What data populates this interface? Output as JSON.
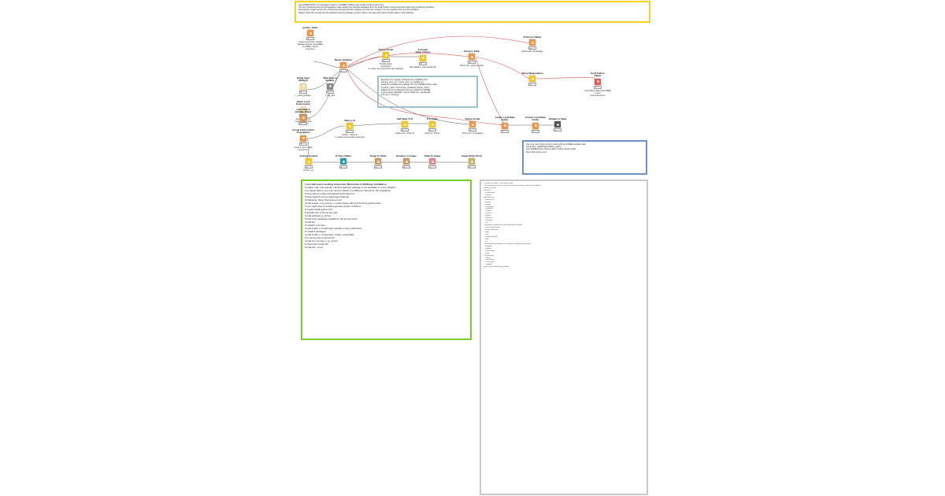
{
  "annotations": {
    "top": [
      "Use KNIME Python / R integration nodes in a KNIME workflow with a local conda environment.",
      "The first Conda Environment Propagation node collects the required packages from the local Python environment and stores them inside the workflow.",
      "Downstream nodes receive the environment through the flow variable port and can recreate it on any machine that runs this workflow.",
      "Please check the console and the attached logs for package versions before executing the Python Script nodes in this workflow."
    ],
    "mid": [
      "Example for a Jupyter notebook from KNIME (v4.5)",
      "# knime_json_str = knime_json_to_str(data_in)",
      "",
      "Read the variables and settings from the KNIME Python node",
      "# python_path = knime.flow_variables[\"python_path\"]",
      "",
      "Reference to the data that has been passed to KNIME",
      "knime.output_tables[0] = knime.Table.from_pandas(df)",
      "# df_out = df.copy()"
    ],
    "right": [
      "Use your own Python script to work with the KNIME workflow path",
      "knime.flow_variables[\"workflow_path\"]",
      "",
      "Use KNIME Python Script (Labs) / Python Script nodes",
      "https://hub.knime.com/"
    ],
    "green": [
      "# you will need a working Anaconda / Miniconda or Miniforge installation",
      "# please note: this popular machine learning package is not available on every platform",
      "# on Apple Silicon you may need to switch to a different channel for the installation",
      "# https://docs.conda.io/en/latest/miniconda.html",
      "# https://github.com/conda-forge/miniforge",
      "",
      "# Following: https://hub.knime.com/",
      "",
      "conda create -n py_knime -c conda-forge python=3.9 knime-python-base",
      "",
      "# you might have to install a special version of Python",
      "# conda install python=3.9",
      "",
      "# activate the environment with",
      "",
      "conda activate py_knime",
      "",
      "# check the packages installed in the environment",
      "conda list",
      "",
      "# install in one step",
      "conda install -c conda-forge pandas numpy scikit-learn",
      "",
      "# install R packages",
      "conda install -c conda-forge r-base r-essentials",
      "",
      "# to remove the environment",
      "conda env remove -n py_knime",
      "",
      "# check the conda info",
      "conda info --envs"
    ],
    "gray": [
      "# conda env export > environment.yml",
      "# the environment file lists every package and version used in the workflow",
      "",
      "name: py_knime",
      "channels:",
      "  - conda-forge",
      "  - defaults",
      "dependencies:",
      "  - python=3.9",
      "  - pandas",
      "  - numpy",
      "  - scikit-learn",
      "  - matplotlib",
      "  - seaborn",
      "  - pyarrow",
      "  - jupyter",
      "  - nbformat",
      "  - openpyxl",
      "  - pip",
      "",
      "# packages installed from the conda-forge channel",
      "  - knime-python-base",
      "  - knime-extension",
      "  - py4j",
      "  - jedi",
      "  - python-dateutil",
      "  - pytz",
      "  - six",
      "",
      "# the following packages are used by the Python Script nodes",
      "  - lightgbm",
      "  - xgboost",
      "  - statsmodels",
      "  - scipy",
      "",
      "# R packages",
      "  - r-base",
      "  - r-essentials",
      "  - r-data.table",
      "  - r-ggplot2",
      "",
      "prefix: /opt/conda/envs/py_knime"
    ]
  },
  "nodes": [
    {
      "id": "n1",
      "title": "python_folder",
      "comment": "create environment / handle\npackages that are not available\non KNIME / Python\nsetup here",
      "color": "orange"
    },
    {
      "id": "n2",
      "title": "String Input\n(Widget)",
      "comment": "v_conda_package",
      "color": "cream"
    },
    {
      "id": "n3",
      "title": "Select Local\nEnvironment",
      "comment": "decide whether to\ncreate a new conda\nenvironment",
      "color": "cream"
    },
    {
      "id": "n4",
      "title": "Case Switch\nVariable (Start)",
      "comment": "",
      "color": "orange"
    },
    {
      "id": "n5",
      "title": "Table Row to\nVariable",
      "comment": "v_first_path",
      "color": "gray"
    },
    {
      "id": "n6",
      "title": "Merge Variables",
      "comment": "",
      "color": "orange"
    },
    {
      "id": "n7",
      "title": "Conda Environment\nPropagation",
      "comment": "create or use a conda\nenvironment",
      "color": "orange"
    },
    {
      "id": "n8",
      "title": "Python Script",
      "comment": "Provide python\nenvironment\nto create new environment with packages",
      "color": "yellow"
    },
    {
      "id": "n9",
      "title": "Constant\nValue Column",
      "comment": "flow variable v_keep pandas list",
      "color": "yellow"
    },
    {
      "id": "n10",
      "title": "String to Table",
      "comment": "Python info / python_version",
      "color": "orange"
    },
    {
      "id": "n11",
      "title": "R Source (Table)",
      "comment": "Python path / R packages",
      "color": "orange"
    },
    {
      "id": "n12",
      "title": "String Manipulation",
      "comment": "",
      "color": "yellow"
    },
    {
      "id": "n13",
      "title": "Send Python\nObject",
      "comment": "send Python object with KNIME\nto your\nlocal environment",
      "color": "red"
    },
    {
      "id": "n14",
      "title": "Table to R",
      "comment": "Python = knime.R\n>> create a local conda environment",
      "color": "yellow"
    },
    {
      "id": "n15",
      "title": "Add Table To R",
      "comment": "Python info = knime.R",
      "color": "yellow"
    },
    {
      "id": "n16",
      "title": "R to Table",
      "comment": "knime.R = Python",
      "color": "yellow"
    },
    {
      "id": "n17",
      "title": "Python Script",
      "comment": "Python info / R packages",
      "color": "orange"
    },
    {
      "id": "n18",
      "title": "Create Local Data\nFolder",
      "comment": "",
      "color": "orange"
    },
    {
      "id": "n19",
      "title": "Extract Local Data\nFolder",
      "comment": "",
      "color": "orange"
    },
    {
      "id": "n20",
      "title": "Variable to Table",
      "comment": "",
      "color": "dark"
    },
    {
      "id": "n21",
      "title": "Column Rename",
      "comment": "Python_env",
      "color": "yellow"
    },
    {
      "id": "n22",
      "title": "R View (Table)",
      "comment": "",
      "color": "teal"
    },
    {
      "id": "n23",
      "title": "Image To Table",
      "comment": "",
      "color": "brown"
    },
    {
      "id": "n24",
      "title": "Renderer to Image",
      "comment": "",
      "color": "brown"
    },
    {
      "id": "n25",
      "title": "Table To Image",
      "comment": "",
      "color": "pink"
    },
    {
      "id": "n26",
      "title": "Image Writer (Port)",
      "comment": "",
      "color": "olive"
    }
  ]
}
